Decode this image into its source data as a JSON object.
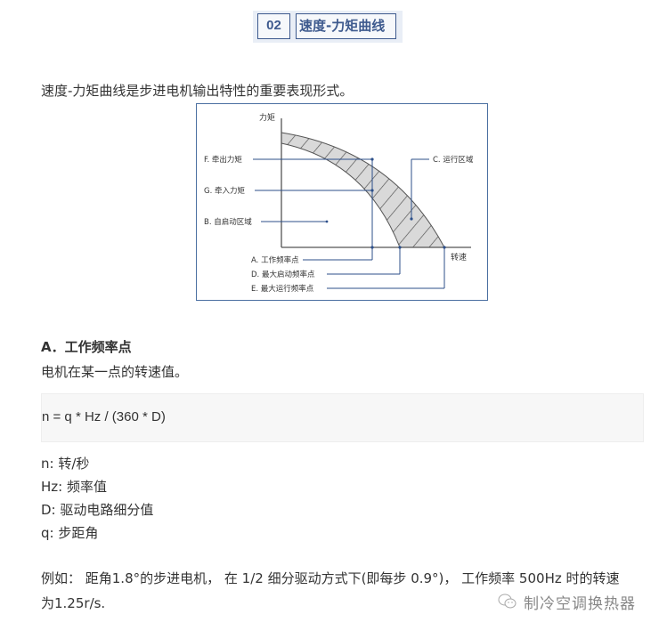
{
  "header": {
    "number": "02",
    "title": "速度-力矩曲线",
    "color": "#3e5a8e"
  },
  "intro": "速度-力矩曲线是步进电机输出特性的重要表现形式。",
  "diagram": {
    "axis_y_label": "力矩",
    "axis_x_label": "转速",
    "labels": {
      "F": "F. 牵出力矩",
      "G": "G. 牵入力矩",
      "B": "B. 自启动区域",
      "C": "C. 运行区域",
      "A": "A. 工作频率点",
      "D": "D. 最大启动频率点",
      "E": "E. 最大运行频率点"
    },
    "line_color": "#2c4f8a",
    "fill_color": "#d9d9d9"
  },
  "section_a": {
    "heading": "A．工作频率点",
    "description": "电机在某一点的转速值。",
    "formula": "n = q * Hz / (360 * D)",
    "variables": [
      "n: 转/秒",
      "Hz: 频率值",
      "D: 驱动电路细分值",
      "q: 步距角"
    ],
    "example_line1": "例如： 距角1.8°的步进电机， 在 1/2 细分驱动方式下(即每步 0.9°)， 工作频率 500Hz 时的转速",
    "example_line2": "为1.25r/s."
  },
  "watermark": {
    "icon": "wechat-icon",
    "text": "制冷空调换热器"
  }
}
